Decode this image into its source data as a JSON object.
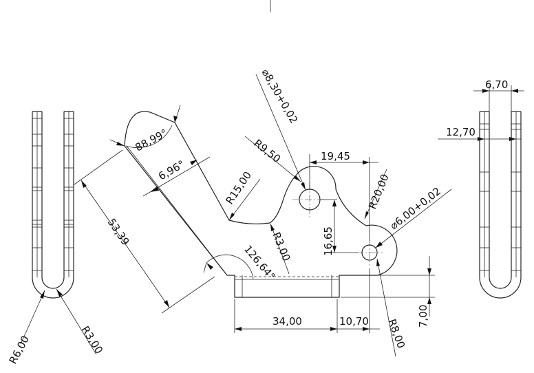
{
  "dimensions": {
    "r6": "R6,00",
    "r3_left": "R3,00",
    "angle_88": "88,99°",
    "angle_6": "6,96°",
    "len_53": "53,39",
    "r15": "R15,00",
    "r3_mid": "R3,00",
    "angle_126": "126,64°",
    "dia_830": "⌀8,30+0,02",
    "r9_5": "R9,50",
    "d19_45": "19,45",
    "r20": "R20,00",
    "d16_65": "16,65",
    "dia_6": "⌀6,00+0,02",
    "d34": "34,00",
    "d10_7": "10,70",
    "r8": "R8,00",
    "d7": "7,00",
    "d6_7": "6,70",
    "d12_7": "12,70"
  }
}
